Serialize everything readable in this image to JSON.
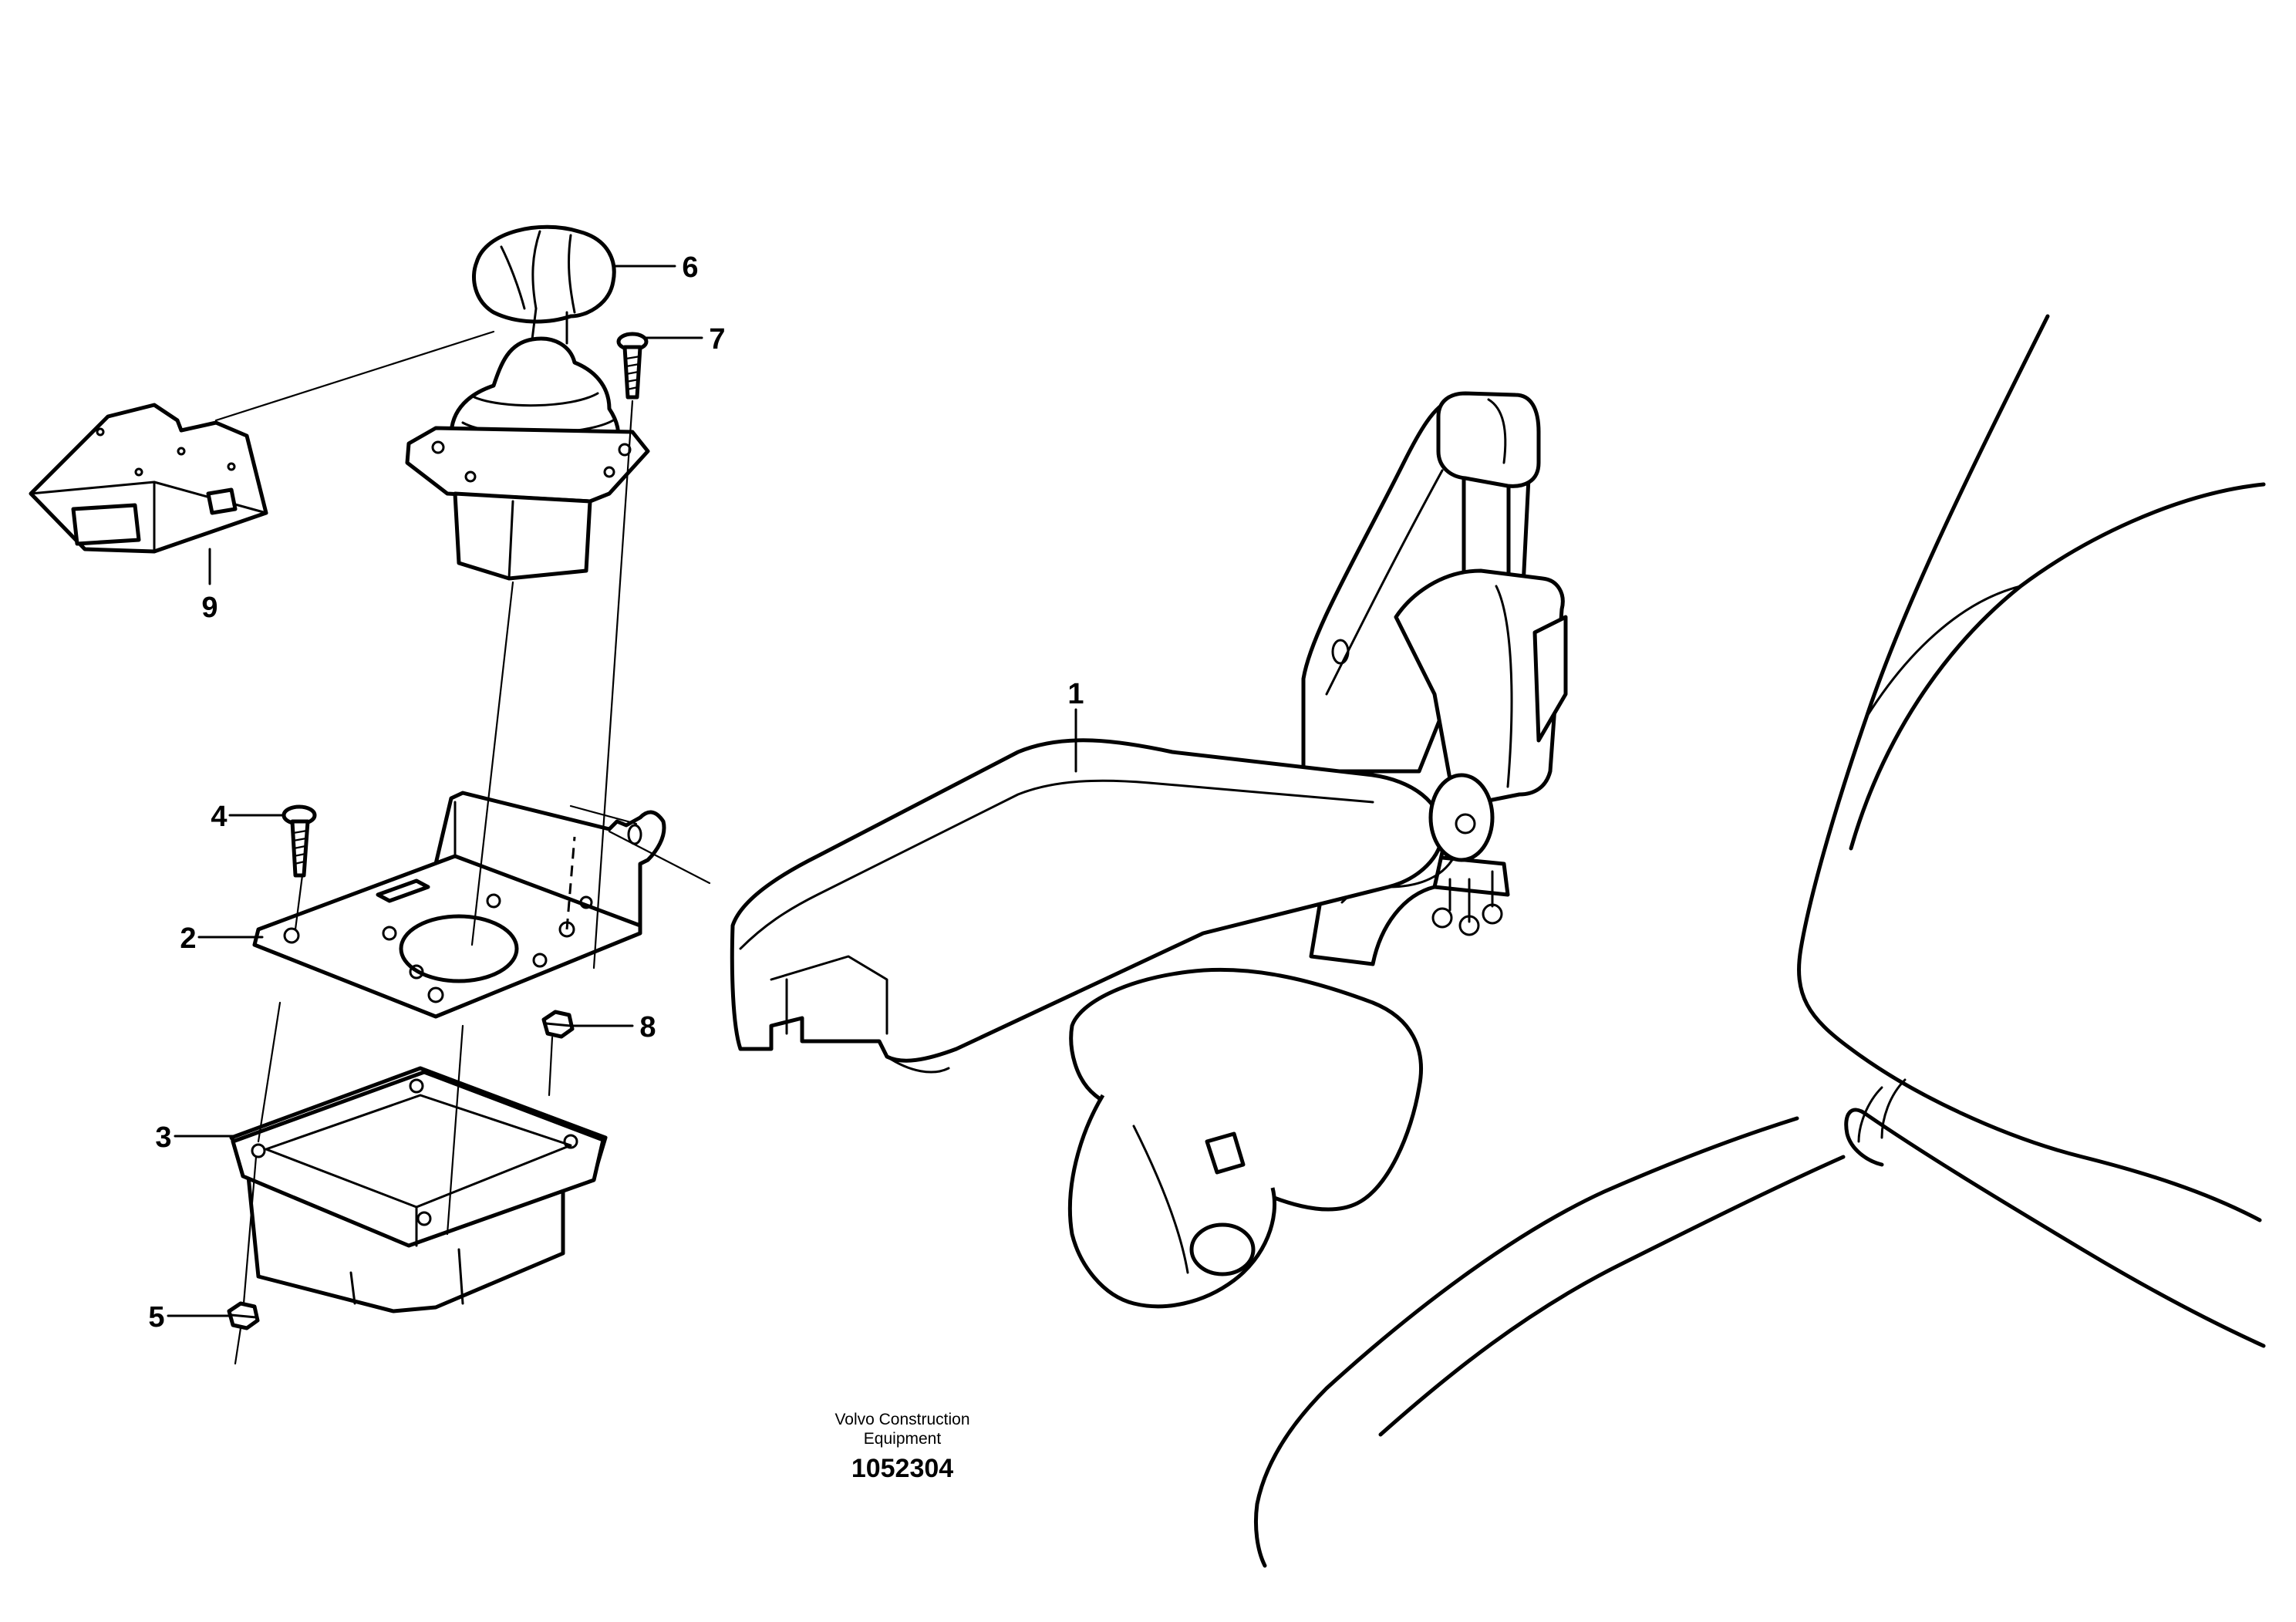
{
  "diagram": {
    "callouts": [
      {
        "id": "1",
        "label": "1"
      },
      {
        "id": "2",
        "label": "2"
      },
      {
        "id": "3",
        "label": "3"
      },
      {
        "id": "4",
        "label": "4"
      },
      {
        "id": "5",
        "label": "5"
      },
      {
        "id": "6",
        "label": "6"
      },
      {
        "id": "7",
        "label": "7"
      },
      {
        "id": "8",
        "label": "8"
      },
      {
        "id": "9",
        "label": "9"
      }
    ],
    "credit_line_1": "Volvo Construction",
    "credit_line_2": "Equipment",
    "part_number": "1052304"
  }
}
